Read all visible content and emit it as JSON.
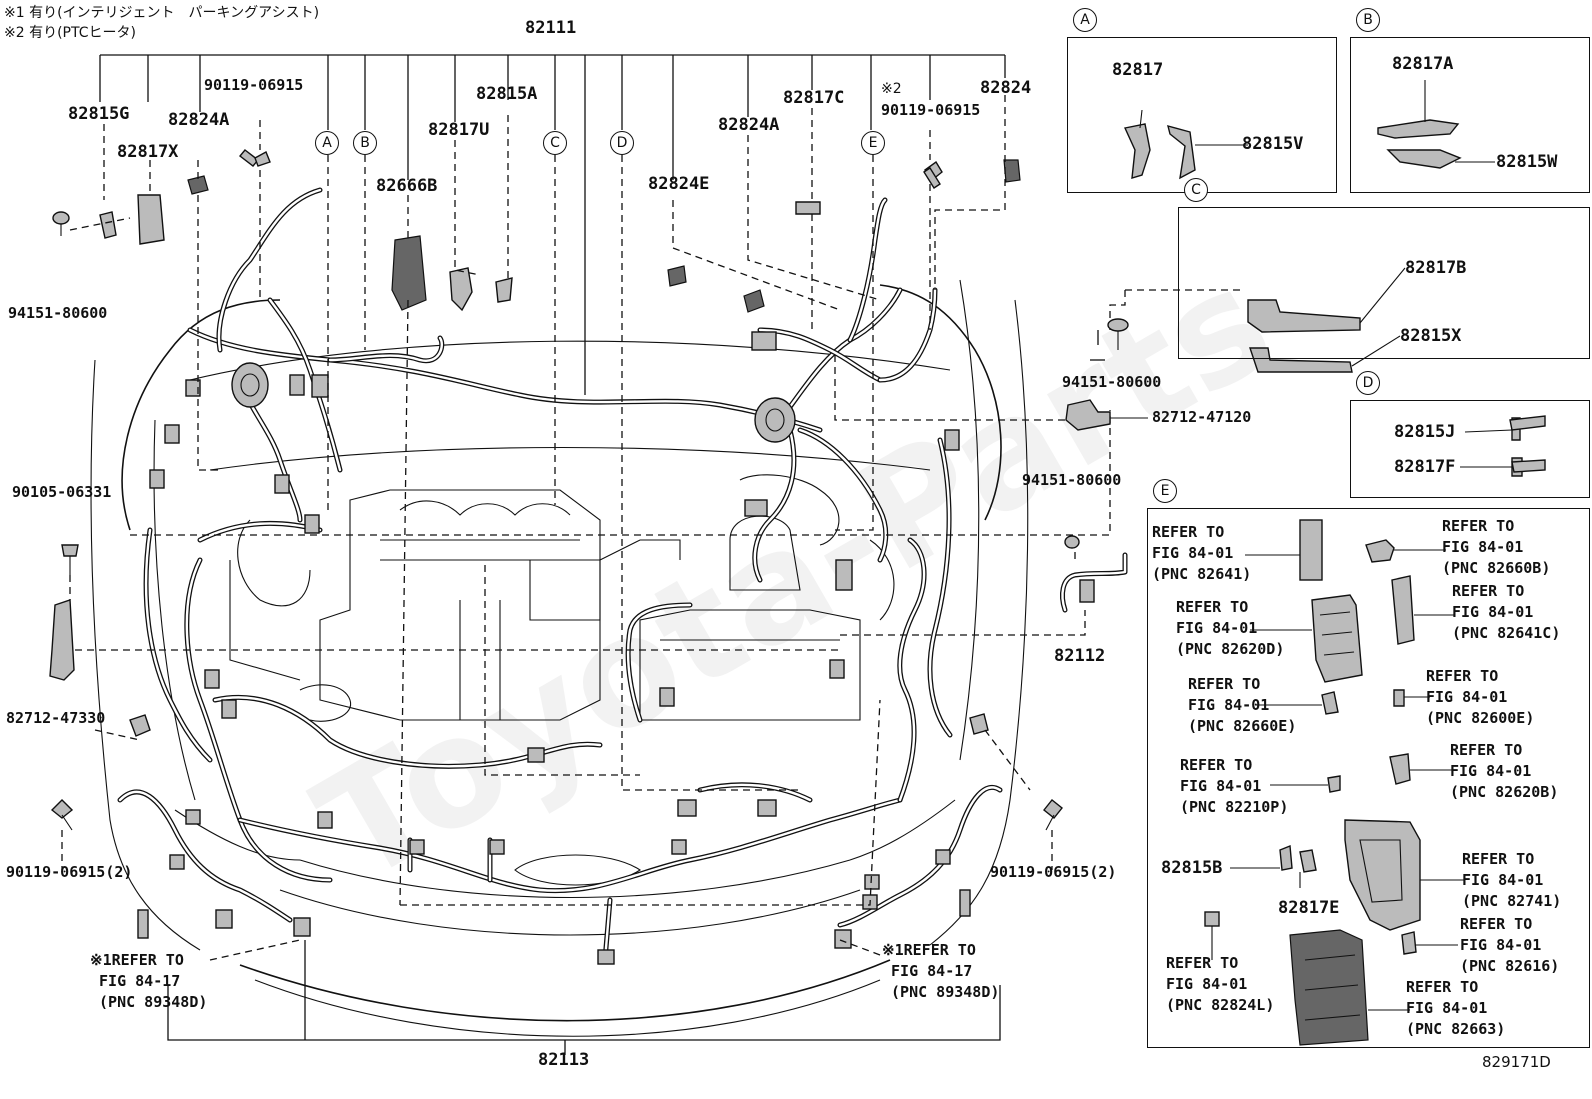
{
  "figure_id": "829171D",
  "notes": {
    "note1": "※1 有り(インテリジェント　パーキングアシスト)",
    "note2": "※2 有り(PTCヒータ)"
  },
  "labels": {
    "p82111": "82111",
    "p82815G": "82815G",
    "p82824A_1": "82824A",
    "p82817X": "82817X",
    "p90119_top": "90119-06915",
    "p82815A": "82815A",
    "p82817U": "82817U",
    "p82666B": "82666B",
    "p82824E": "82824E",
    "p82824A_2": "82824A",
    "p82817C": "82817C",
    "p90119_top2": "90119-06915",
    "p82824": "82824",
    "mark2": "※2",
    "p94151_left": "94151-80600",
    "p90105": "90105-06331",
    "p82712_47330": "82712-47330",
    "p90119_left2": "90119-06915(2)",
    "p90119_right2": "90119-06915(2)",
    "p82113": "82113",
    "p94151_mid": "94151-80600",
    "p82712_47120": "82712-47120",
    "p94151_right": "94151-80600",
    "p82112": "82112"
  },
  "callouts": {
    "left": "※1REFER TO\n FIG 84-17\n (PNC 89348D)",
    "right": "※1REFER TO\n FIG 84-17\n (PNC 89348D)"
  },
  "circles": {
    "A": "A",
    "B": "B",
    "C": "C",
    "D": "D",
    "E": "E"
  },
  "box_a": {
    "tag": "A",
    "p1": "82817",
    "p2": "82815V"
  },
  "box_b": {
    "tag": "B",
    "p1": "82817A",
    "p2": "82815W"
  },
  "box_c": {
    "tag": "C",
    "p1": "82817B",
    "p2": "82815X"
  },
  "box_d": {
    "tag": "D",
    "p1": "82815J",
    "p2": "82817F"
  },
  "box_e": {
    "tag": "E",
    "refs": [
      "REFER TO\nFIG 84-01\n(PNC 82641)",
      "REFER TO\nFIG 84-01\n(PNC 82660B)",
      "REFER TO\nFIG 84-01\n(PNC 82620D)",
      "REFER TO\nFIG 84-01\n(PNC 82641C)",
      "REFER TO\nFIG 84-01\n(PNC 82660E)",
      "REFER TO\nFIG 84-01\n(PNC 82600E)",
      "REFER TO\nFIG 84-01\n(PNC 82210P)",
      "REFER TO\nFIG 84-01\n(PNC 82620B)",
      "REFER TO\nFIG 84-01\n(PNC 82741)",
      "REFER TO\nFIG 84-01\n(PNC 82616)",
      "REFER TO\nFIG 84-01\n(PNC 82824L)",
      "REFER TO\nFIG 84-01\n(PNC 82663)"
    ],
    "p82815B": "82815B",
    "p82817E": "82817E"
  },
  "watermark": "Toyota-Parts"
}
